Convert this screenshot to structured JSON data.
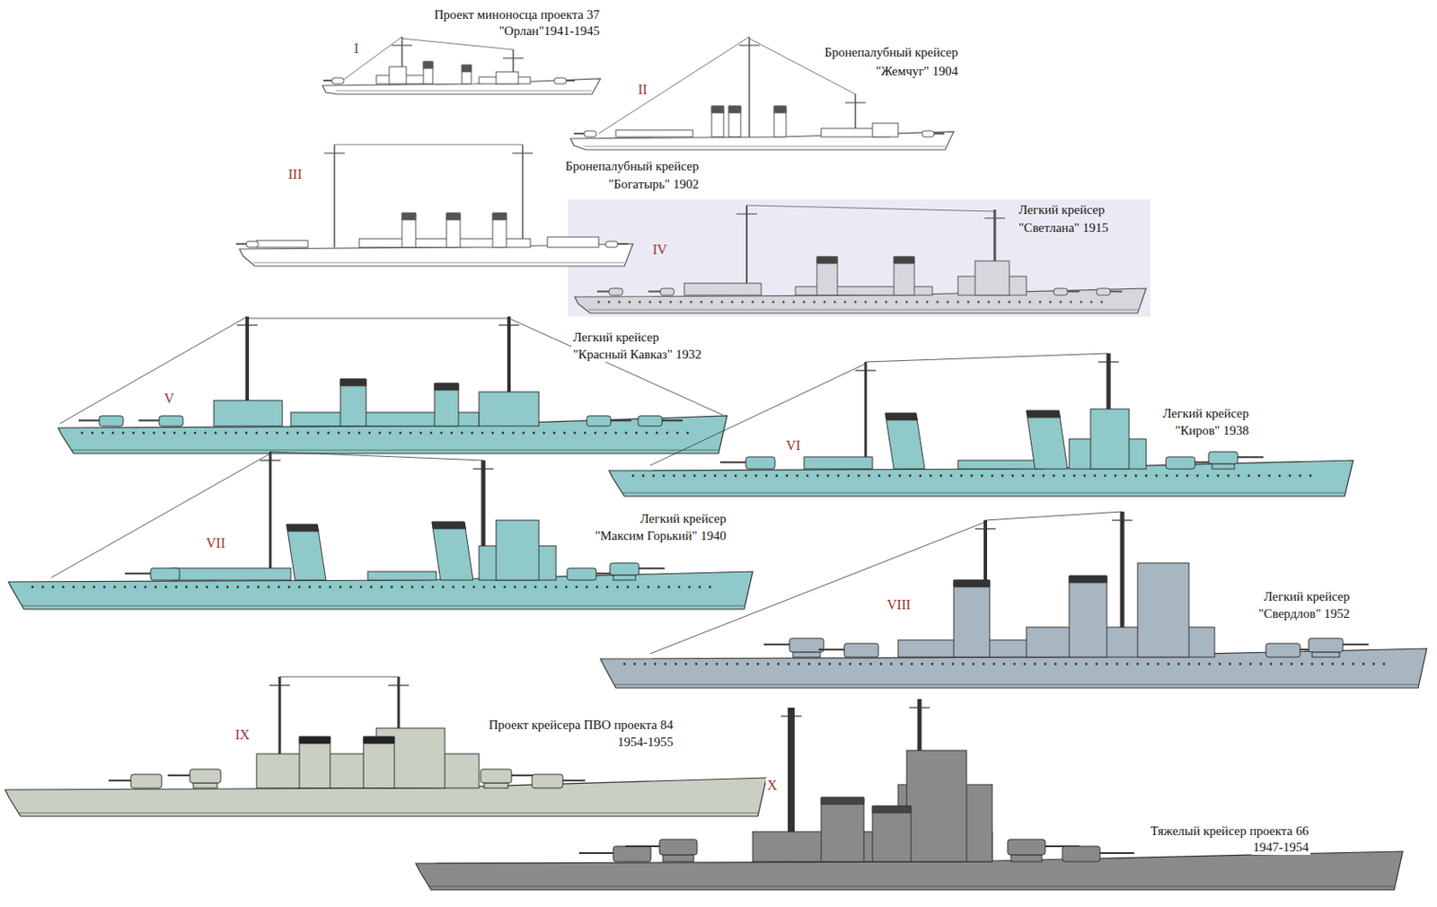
{
  "diagram": {
    "labels": [
      "Проект миноносца проекта 37",
      "\"Орлан\"1941-1945",
      "I",
      "Бронепалубный крейсер",
      "\"Жемчуг\" 1904",
      "II",
      "Бронепалубный крейсер",
      "\"Богатырь\" 1902",
      "III",
      "Легкий крейсер",
      "\"Светлана\" 1915",
      "IV",
      "Легкий крейсер",
      "\"Красный Кавказ\" 1932",
      "V",
      "Легкий крейсер",
      "\"Киров\" 1938",
      "VI",
      "Легкий крейсер",
      "\"Максим Горький\" 1940",
      "VII",
      "Легкий крейсер",
      "\"Свердлов\" 1952",
      "VIII",
      "Проект крейсера ПВО проекта 84",
      "1954-1955",
      "IX",
      "Тяжелый крейсер проекта 66",
      "1947-1954",
      "X"
    ]
  }
}
